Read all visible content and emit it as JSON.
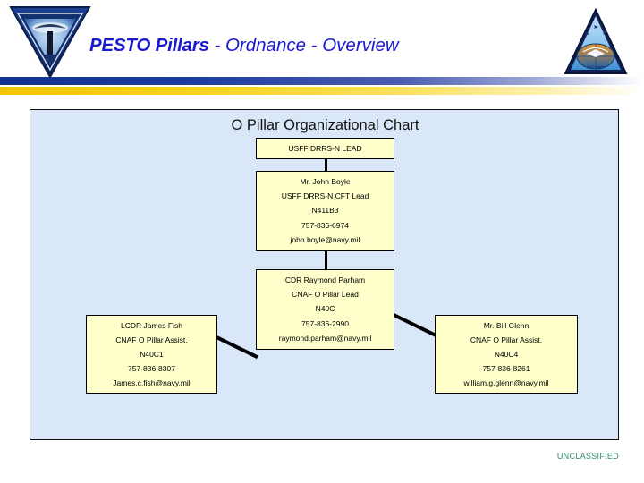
{
  "header": {
    "title_bold": "PESTO Pillars",
    "title_rest": " - Ordnance - Overview",
    "left_logo_name": "navy-command-triangle-emblem",
    "right_logo_name": "naval-air-force-triangle-emblem"
  },
  "chart": {
    "title": "O Pillar Organizational Chart",
    "boxes": {
      "usff_lead": {
        "lines": [
          "USFF DRRS-N LEAD"
        ]
      },
      "boyle": {
        "lines": [
          "Mr. John Boyle",
          "USFF DRRS-N CFT Lead",
          "N411B3",
          "757-836-6974",
          "john.boyle@navy.mil"
        ]
      },
      "parham": {
        "lines": [
          "CDR Raymond Parham",
          "CNAF O Pillar Lead",
          "N40C",
          "757-836-2990",
          "raymond.parham@navy.mil"
        ]
      },
      "fish": {
        "lines": [
          "LCDR James Fish",
          "CNAF O Pillar Assist.",
          "N40C1",
          "757-836-8307",
          "James.c.fish@navy.mil"
        ]
      },
      "glenn": {
        "lines": [
          "Mr. Bill Glenn",
          "CNAF O Pillar Assist.",
          "N40C4",
          "757-836-8261",
          "william.g.glenn@navy.mil"
        ]
      }
    }
  },
  "footer": {
    "classification": "UNCLASSIFIED"
  },
  "colors": {
    "title_blue": "#1a1ad0",
    "band_blue": "#14328c",
    "band_gold": "#f2c500",
    "panel_fill": "#d9e7f9",
    "box_fill": "#ffffcc",
    "classification_green": "#2e8b74"
  }
}
